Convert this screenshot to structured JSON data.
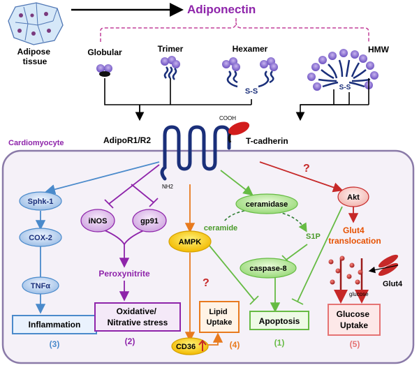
{
  "colors": {
    "purple": "#8e24aa",
    "blue": "#4a8acb",
    "green": "#66bb44",
    "orange": "#e87a1e",
    "red": "#c62828",
    "navy": "#1a2f7a",
    "cell_border": "#8a7aa8",
    "cell_fill": "#f5f1f8"
  },
  "top": {
    "source": "Adipose\ntissue",
    "hormone": "Adiponectin",
    "forms": [
      "Globular",
      "Trimer",
      "Hexamer",
      "HMW"
    ],
    "disulfide": "S-S"
  },
  "membrane": {
    "cell_label": "Cardiomyocyte",
    "receptor": "AdipoR1/R2",
    "cooh": "COOH",
    "nh2": "NH2",
    "tcadherin": "T-cadherin"
  },
  "nodes": {
    "sphk1": "Sphk-1",
    "cox2": "COX-2",
    "tnfa": "TNFα",
    "inos": "iNOS",
    "gp91": "gp91",
    "peroxynitrite": "Peroxynitrite",
    "ampk": "AMPK",
    "ceramidase": "ceramidase",
    "ceramide": "ceramide",
    "s1p": "S1P",
    "caspase8": "caspase-8",
    "akt": "Akt",
    "glut4_translocation": "Glut4\ntranslocation",
    "glut4": "Glut4",
    "glucose": "glucose",
    "cd36": "CD36",
    "question": "?"
  },
  "outcomes": [
    {
      "label": "Inflammation",
      "number": "(3)"
    },
    {
      "label": "Oxidative/\nNitrative stress",
      "number": "(2)"
    },
    {
      "label": "Lipid\nUptake",
      "number": "(4)"
    },
    {
      "label": "Apoptosis",
      "number": "(1)"
    },
    {
      "label": "Glucose\nUptake",
      "number": "(5)"
    }
  ]
}
